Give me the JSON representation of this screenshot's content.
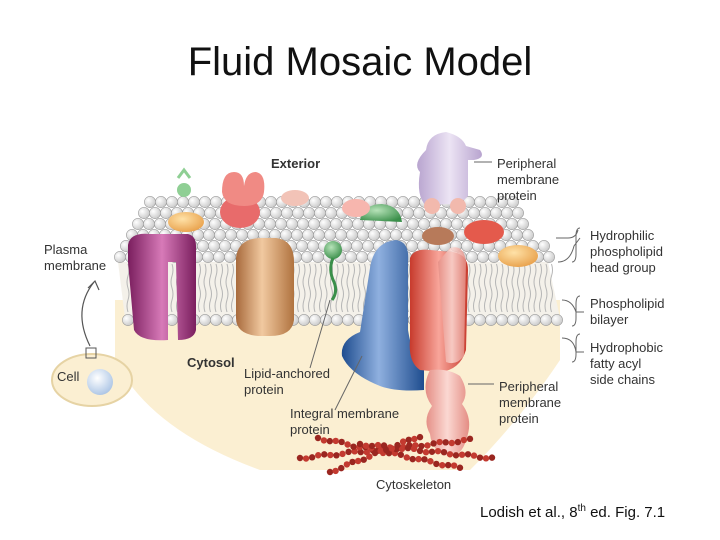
{
  "title": "Fluid Mosaic Model",
  "labels": {
    "exterior": "Exterior",
    "cytosol": "Cytosol",
    "cell": "Cell",
    "plasma": [
      "Plasma",
      "membrane"
    ],
    "peripheral_top": [
      "Peripheral",
      "membrane",
      "protein"
    ],
    "hydrophilic": [
      "Hydrophilic",
      "phospholipid",
      "head group"
    ],
    "bilayer": [
      "Phospholipid",
      "bilayer"
    ],
    "hydrophobic": [
      "Hydrophobic",
      "fatty acyl",
      "side chains"
    ],
    "peripheral_bottom": [
      "Peripheral",
      "membrane",
      "protein"
    ],
    "lipid_anchored": [
      "Lipid-anchored",
      "protein"
    ],
    "integral": [
      "Integral membrane",
      "protein"
    ],
    "cytoskeleton": "Cytoskeleton"
  },
  "caption": {
    "prefix": "Lodish et al., 8",
    "sup": "th",
    "suffix": " ed. Fig. 7.1"
  },
  "colors": {
    "head": "#e9e9e9",
    "tail": "#bdbdbd",
    "cytosol_bg": "#fbefd2",
    "purple": "#9c2d78",
    "brown": "#c98a57",
    "blue": "#2f62a6",
    "red": "#e2513f",
    "green": "#4aa35a",
    "lavender": "#cbbcd9",
    "cytoskeleton": "#b5302a"
  }
}
